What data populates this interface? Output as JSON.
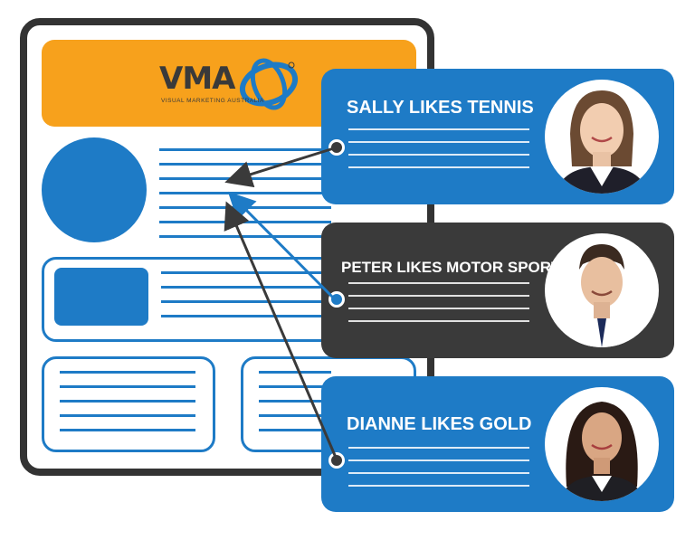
{
  "logo": {
    "word": "VMA",
    "tagline": "VISUAL MARKETING AUSTRALIA",
    "icon": "ring-swirl-icon"
  },
  "cards": [
    {
      "title": "SALLY LIKES TENNIS",
      "variant": "blue",
      "avatar": "woman-portrait"
    },
    {
      "title": "PETER LIKES MOTOR SPORT",
      "variant": "dark",
      "avatar": "man-portrait"
    },
    {
      "title": "DIANNE LIKES GOLD",
      "variant": "blue",
      "avatar": "woman-portrait"
    }
  ],
  "colors": {
    "blue": "#1e7bc6",
    "dark": "#3a3a3a",
    "orange": "#f7a11c"
  }
}
